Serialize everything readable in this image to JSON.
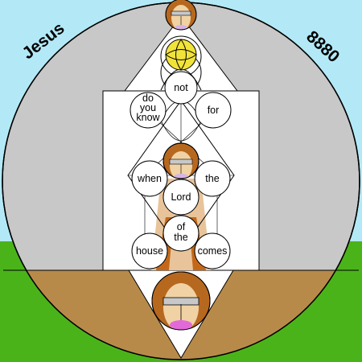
{
  "labels": {
    "name": "Jesus",
    "number": "8880"
  },
  "words": {
    "top": "not",
    "upper_left": [
      "do",
      "you",
      "know"
    ],
    "upper_right": "for",
    "mid_left": "when",
    "mid_right": "the",
    "center": "Lord",
    "lower_center": [
      "of",
      "the"
    ],
    "lower_left": "house",
    "lower_right": "comes"
  },
  "colors": {
    "sky": "#b3e9f7",
    "grass": "#4bb31a",
    "disc": "#c8c8c8",
    "earth": "#b88a4a",
    "halo_yellow": "#f2e33a",
    "robe": "#e9c49a",
    "robe_dark": "#c46818",
    "hair": "#b7681f",
    "skin": "#f0d2a4",
    "outline": "#000000"
  }
}
